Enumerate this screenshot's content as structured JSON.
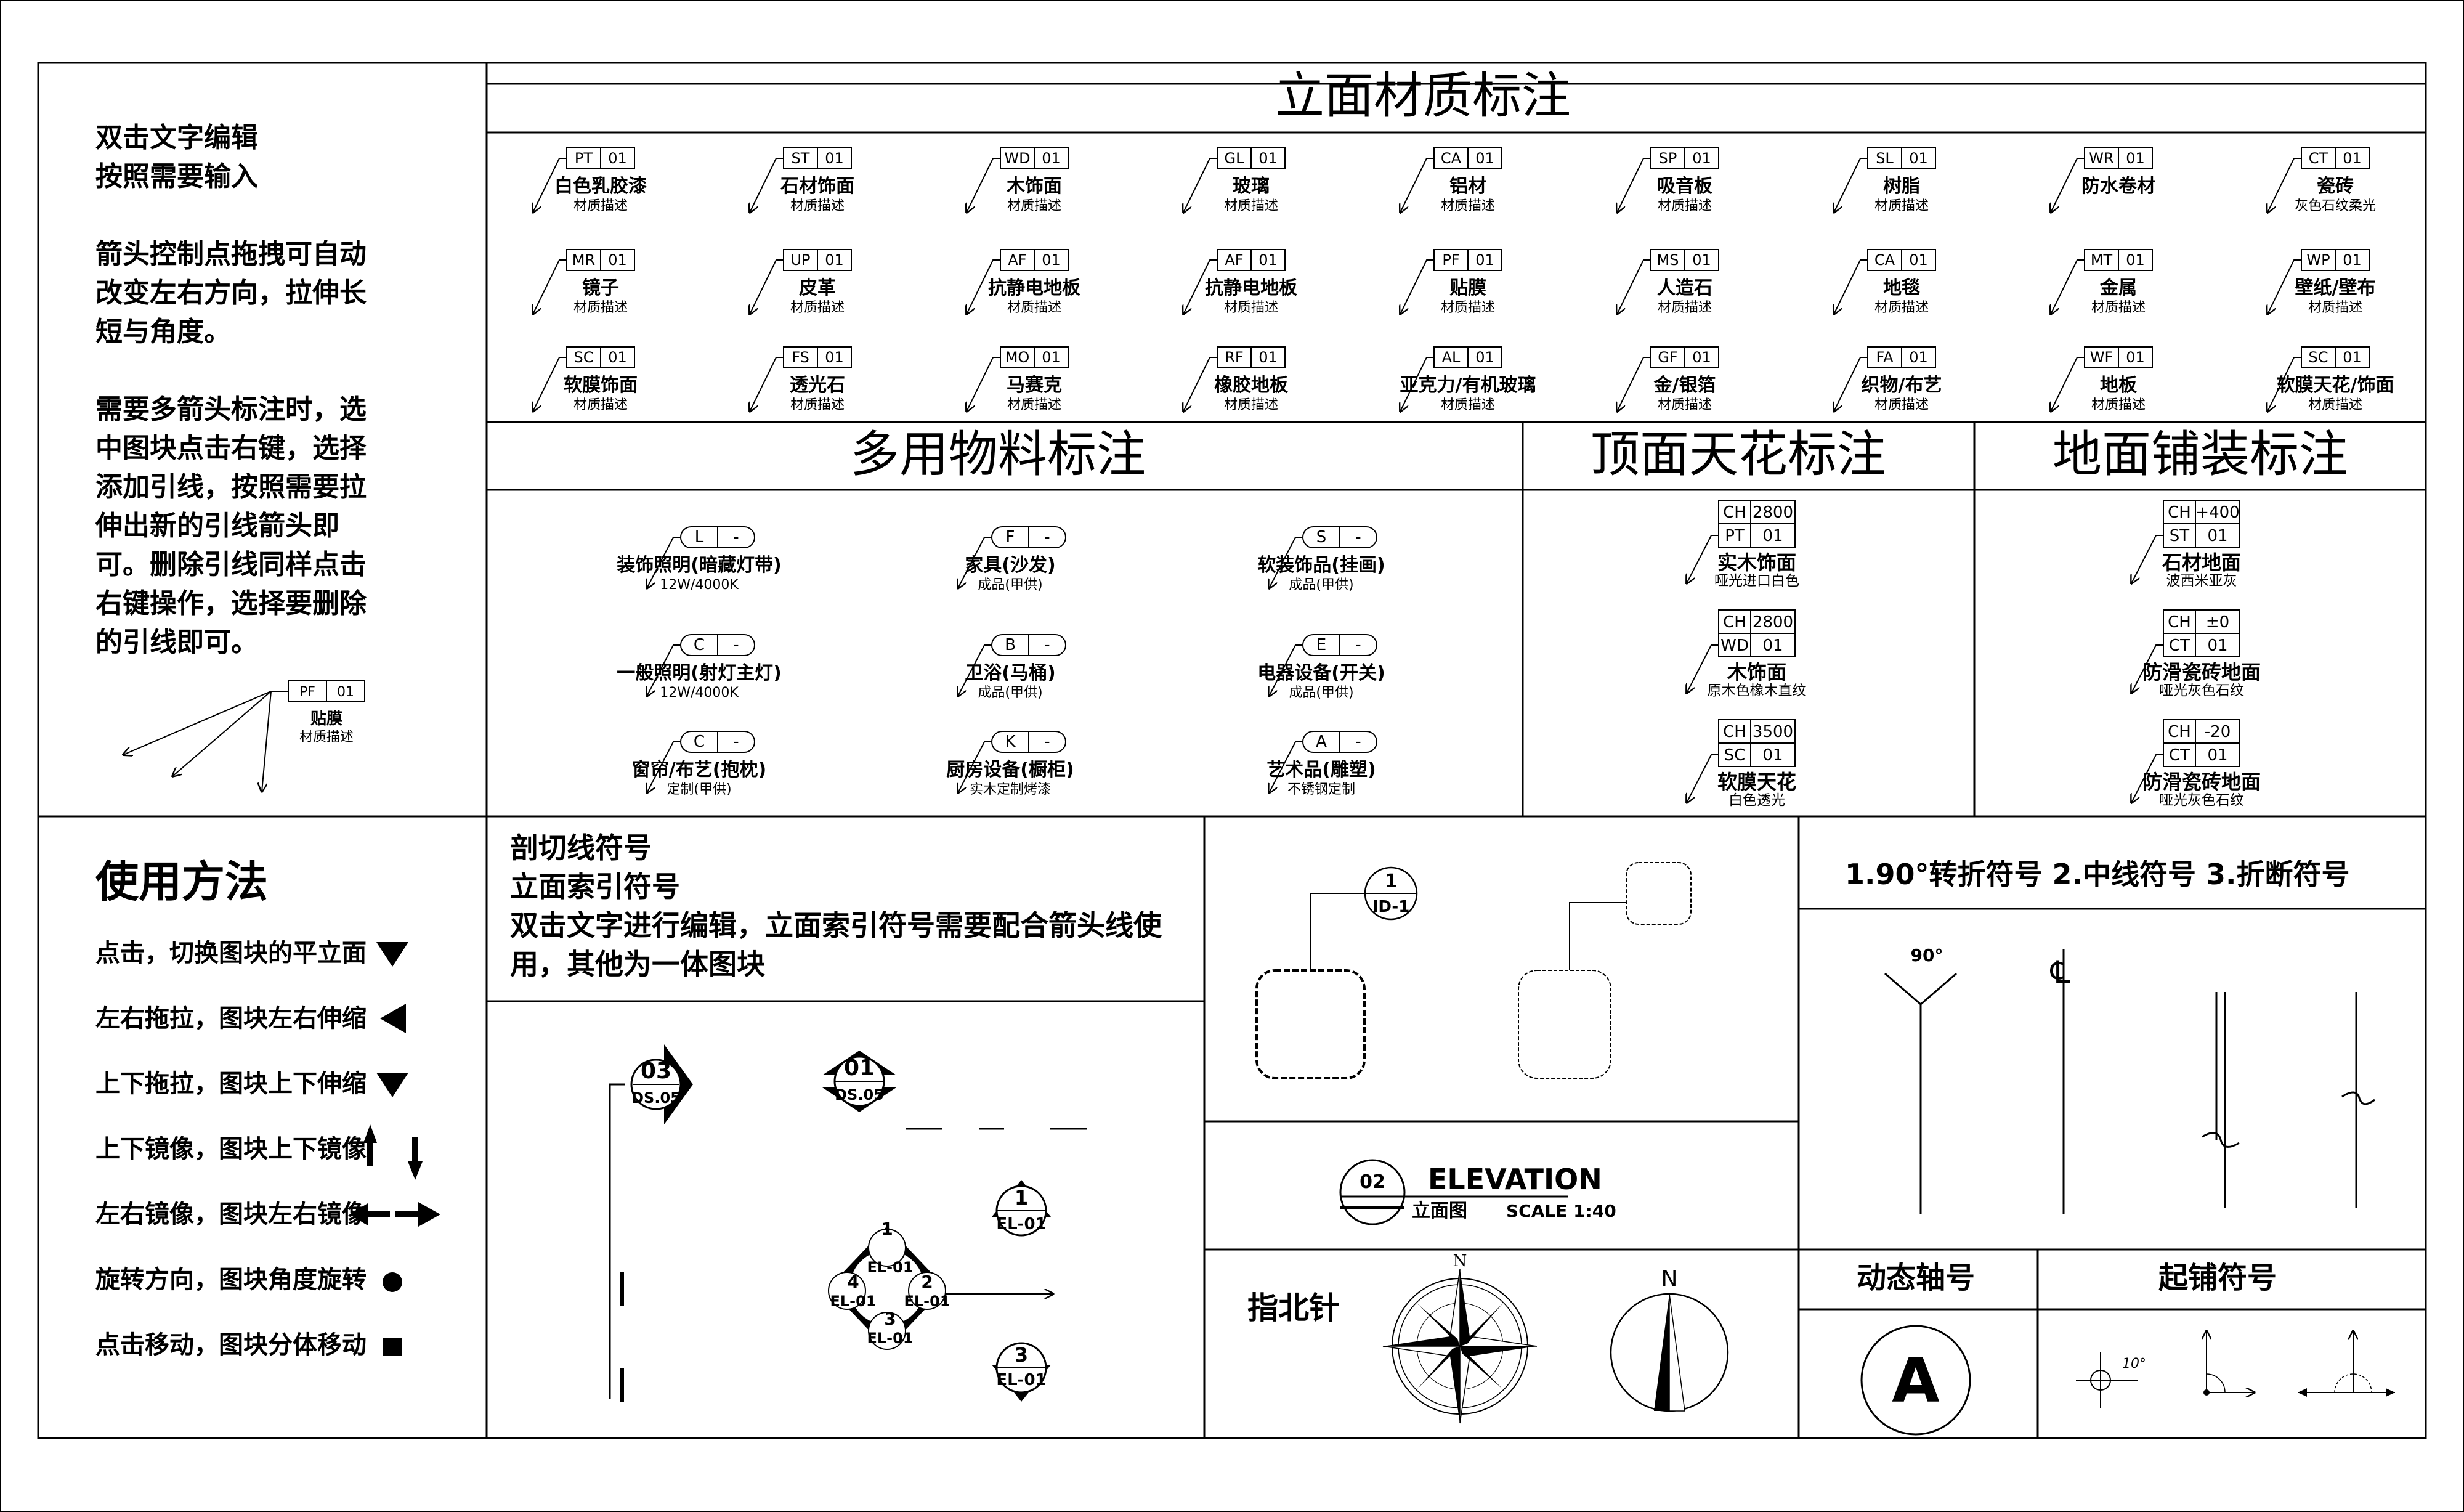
{
  "instructions": {
    "lines": [
      "双击文字编辑",
      "按照需要输入",
      "",
      "箭头控制点拖拽可自动",
      "改变左右方向，拉伸长",
      "短与角度。",
      "",
      "需要多箭头标注时，选",
      "中图块点击右键，选择",
      "添加引线，按照需要拉",
      "伸出新的引线箭头即",
      "可。删除引线同样点击",
      "右键操作，选择要删除",
      "的引线即可。"
    ],
    "sample_tag": {
      "code": "PF",
      "num": "01",
      "name": "贴膜",
      "desc": "材质描述"
    }
  },
  "usage": {
    "title": "使用方法",
    "items": [
      {
        "text": "点击，切换图块的平立面",
        "icon": "triangle-down-icon"
      },
      {
        "text": "左右拖拉，图块左右伸缩",
        "icon": "triangle-left-icon"
      },
      {
        "text": "上下拖拉，图块上下伸缩",
        "icon": "triangle-down-icon"
      },
      {
        "text": "上下镜像，图块上下镜像",
        "icon": "arrows-updown-icon"
      },
      {
        "text": "左右镜像，图块左右镜像",
        "icon": "arrows-leftright-icon"
      },
      {
        "text": "旋转方向，图块角度旋转",
        "icon": "dot-icon"
      },
      {
        "text": "点击移动，图块分体移动",
        "icon": "square-icon"
      }
    ]
  },
  "elevation_materials": {
    "title": "立面材质标注",
    "rows": [
      [
        {
          "code": "PT",
          "num": "01",
          "name": "白色乳胶漆",
          "desc": "材质描述"
        },
        {
          "code": "ST",
          "num": "01",
          "name": "石材饰面",
          "desc": "材质描述"
        },
        {
          "code": "WD",
          "num": "01",
          "name": "木饰面",
          "desc": "材质描述"
        },
        {
          "code": "GL",
          "num": "01",
          "name": "玻璃",
          "desc": "材质描述"
        },
        {
          "code": "CA",
          "num": "01",
          "name": "铝材",
          "desc": "材质描述"
        },
        {
          "code": "SP",
          "num": "01",
          "name": "吸音板",
          "desc": "材质描述"
        },
        {
          "code": "SL",
          "num": "01",
          "name": "树脂",
          "desc": "材质描述"
        },
        {
          "code": "WR",
          "num": "01",
          "name": "防水卷材",
          "desc": ""
        },
        {
          "code": "CT",
          "num": "01",
          "name": "瓷砖",
          "desc": "灰色石纹柔光"
        }
      ],
      [
        {
          "code": "MR",
          "num": "01",
          "name": "镜子",
          "desc": "材质描述"
        },
        {
          "code": "UP",
          "num": "01",
          "name": "皮革",
          "desc": "材质描述"
        },
        {
          "code": "AF",
          "num": "01",
          "name": "抗静电地板",
          "desc": "材质描述"
        },
        {
          "code": "AF",
          "num": "01",
          "name": "抗静电地板",
          "desc": "材质描述"
        },
        {
          "code": "PF",
          "num": "01",
          "name": "贴膜",
          "desc": "材质描述"
        },
        {
          "code": "MS",
          "num": "01",
          "name": "人造石",
          "desc": "材质描述"
        },
        {
          "code": "CA",
          "num": "01",
          "name": "地毯",
          "desc": "材质描述"
        },
        {
          "code": "MT",
          "num": "01",
          "name": "金属",
          "desc": "材质描述"
        },
        {
          "code": "WP",
          "num": "01",
          "name": "壁纸/壁布",
          "desc": "材质描述"
        }
      ],
      [
        {
          "code": "SC",
          "num": "01",
          "name": "软膜饰面",
          "desc": "材质描述"
        },
        {
          "code": "FS",
          "num": "01",
          "name": "透光石",
          "desc": "材质描述"
        },
        {
          "code": "MO",
          "num": "01",
          "name": "马赛克",
          "desc": "材质描述"
        },
        {
          "code": "RF",
          "num": "01",
          "name": "橡胶地板",
          "desc": "材质描述"
        },
        {
          "code": "AL",
          "num": "01",
          "name": "亚克力/有机玻璃",
          "desc": "材质描述"
        },
        {
          "code": "GF",
          "num": "01",
          "name": "金/银箔",
          "desc": "材质描述"
        },
        {
          "code": "FA",
          "num": "01",
          "name": "织物/布艺",
          "desc": "材质描述"
        },
        {
          "code": "WF",
          "num": "01",
          "name": "地板",
          "desc": "材质描述"
        },
        {
          "code": "SC",
          "num": "01",
          "name": "软膜天花/饰面",
          "desc": "材质描述"
        }
      ]
    ]
  },
  "multi_materials": {
    "title": "多用物料标注",
    "rows": [
      [
        {
          "code": "L",
          "num": "-",
          "name": "装饰照明(暗藏灯带)",
          "desc": "12W/4000K"
        },
        {
          "code": "F",
          "num": "-",
          "name": "家具(沙发)",
          "desc": "成品(甲供)"
        },
        {
          "code": "S",
          "num": "-",
          "name": "软装饰品(挂画)",
          "desc": "成品(甲供)"
        }
      ],
      [
        {
          "code": "C",
          "num": "-",
          "name": "一般照明(射灯主灯)",
          "desc": "12W/4000K"
        },
        {
          "code": "B",
          "num": "-",
          "name": "卫浴(马桶)",
          "desc": "成品(甲供)"
        },
        {
          "code": "E",
          "num": "-",
          "name": "电器设备(开关)",
          "desc": "成品(甲供)"
        }
      ],
      [
        {
          "code": "C",
          "num": "-",
          "name": "窗帘/布艺(抱枕)",
          "desc": "定制(甲供)"
        },
        {
          "code": "K",
          "num": "-",
          "name": "厨房设备(橱柜)",
          "desc": "实木定制烤漆"
        },
        {
          "code": "A",
          "num": "-",
          "name": "艺术品(雕塑)",
          "desc": "不锈钢定制"
        }
      ]
    ]
  },
  "ceiling": {
    "title": "顶面天花标注",
    "items": [
      {
        "h_label": "CH",
        "h_val": "2800",
        "code": "PT",
        "num": "01",
        "name": "实木饰面",
        "desc": "哑光进口白色"
      },
      {
        "h_label": "CH",
        "h_val": "2800",
        "code": "WD",
        "num": "01",
        "name": "木饰面",
        "desc": "原木色橡木直纹"
      },
      {
        "h_label": "CH",
        "h_val": "3500",
        "code": "SC",
        "num": "01",
        "name": "软膜天花",
        "desc": "白色透光"
      }
    ]
  },
  "floor": {
    "title": "地面铺装标注",
    "items": [
      {
        "h_label": "CH",
        "h_val": "+400",
        "code": "ST",
        "num": "01",
        "name": "石材地面",
        "desc": "波西米亚灰"
      },
      {
        "h_label": "CH",
        "h_val": "±0",
        "code": "CT",
        "num": "01",
        "name": "防滑瓷砖地面",
        "desc": "哑光灰色石纹"
      },
      {
        "h_label": "CH",
        "h_val": "-20",
        "code": "CT",
        "num": "01",
        "name": "防滑瓷砖地面",
        "desc": "哑光灰色石纹"
      }
    ]
  },
  "section_symbols": {
    "lines": [
      "剖切线符号",
      "立面索引符号",
      "双击文字进行编辑，立面索引符号需要配合箭头线使",
      "用，其他为一体图块"
    ],
    "sym_a": {
      "num": "03",
      "ref": "DS.05"
    },
    "sym_b": {
      "num": "01",
      "ref": "DS.05"
    },
    "quad": {
      "n1": "1",
      "n2": "2",
      "n3": "3",
      "n4": "4",
      "ref": "EL-01"
    },
    "single_top": {
      "num": "1",
      "ref": "EL-01"
    },
    "single_bottom": {
      "num": "3",
      "ref": "EL-01"
    }
  },
  "index_callout": {
    "num": "1",
    "ref": "ID-1"
  },
  "elevation_title": {
    "num": "02",
    "title": "ELEVATION",
    "subtitle": "立面图",
    "scale": "SCALE  1:40"
  },
  "north": {
    "title": "指北针",
    "n1": "N",
    "n2": "N"
  },
  "break_symbols": {
    "title": "1.90°转折符号 2.中线符号 3.折断符号",
    "angle": "90°",
    "centerline": "℄"
  },
  "axis": {
    "title": "动态轴号",
    "label": "A"
  },
  "start_paving": {
    "title": "起铺符号",
    "angle": "10°"
  }
}
